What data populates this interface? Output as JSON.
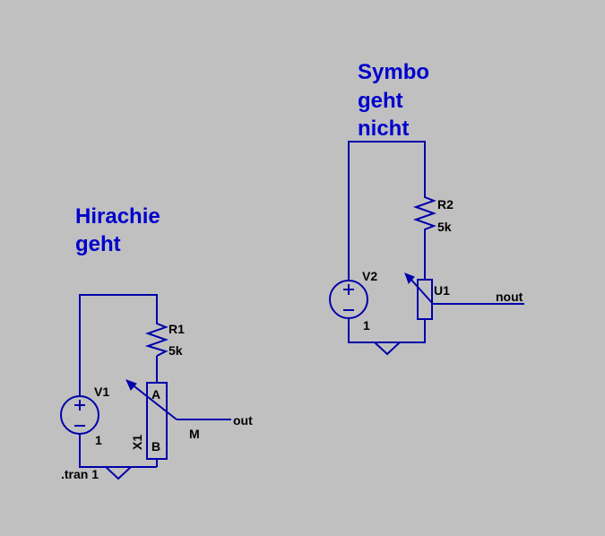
{
  "comments": {
    "left_line1": "Hirachie",
    "left_line2": "geht",
    "right_line1": "Symbo",
    "right_line2": "geht",
    "right_line3": "nicht"
  },
  "left_circuit": {
    "source_name": "V1",
    "source_value": "1",
    "resistor_name": "R1",
    "resistor_value": "5k",
    "pot_name": "X1",
    "pot_pin_a": "A",
    "pot_pin_b": "B",
    "pot_pin_m": "M",
    "net_label": "out",
    "directive": ".tran 1"
  },
  "right_circuit": {
    "source_name": "V2",
    "source_value": "1",
    "resistor_name": "R2",
    "resistor_value": "5k",
    "pot_name": "U1",
    "net_label": "nout"
  },
  "colors": {
    "background": "#c0c0c0",
    "wire": "#0000aa",
    "comment_text": "#0000cc"
  }
}
